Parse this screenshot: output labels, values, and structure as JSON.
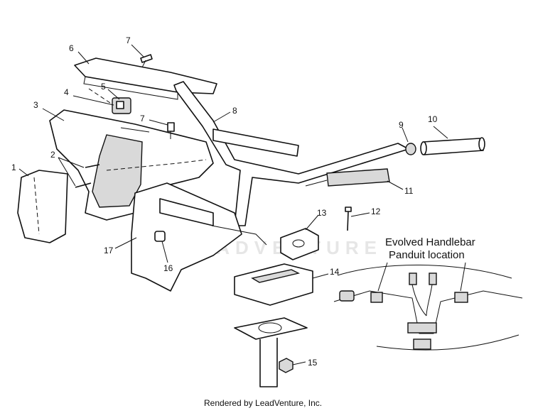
{
  "callouts": [
    {
      "id": "1",
      "text": "1"
    },
    {
      "id": "2",
      "text": "2"
    },
    {
      "id": "3",
      "text": "3"
    },
    {
      "id": "4",
      "text": "4"
    },
    {
      "id": "5",
      "text": "5"
    },
    {
      "id": "6",
      "text": "6"
    },
    {
      "id": "7a",
      "text": "7"
    },
    {
      "id": "7b",
      "text": "7"
    },
    {
      "id": "8",
      "text": "8"
    },
    {
      "id": "9",
      "text": "9"
    },
    {
      "id": "10",
      "text": "10"
    },
    {
      "id": "11",
      "text": "11"
    },
    {
      "id": "12",
      "text": "12"
    },
    {
      "id": "13",
      "text": "13"
    },
    {
      "id": "14",
      "text": "14"
    },
    {
      "id": "15",
      "text": "15"
    },
    {
      "id": "16",
      "text": "16"
    },
    {
      "id": "17",
      "text": "17"
    }
  ],
  "inset": {
    "title_line1": "Evolved Handlebar",
    "title_line2": "Panduit location"
  },
  "watermark": "LEADVENTURE",
  "footer": "Rendered by LeadVenture, Inc."
}
